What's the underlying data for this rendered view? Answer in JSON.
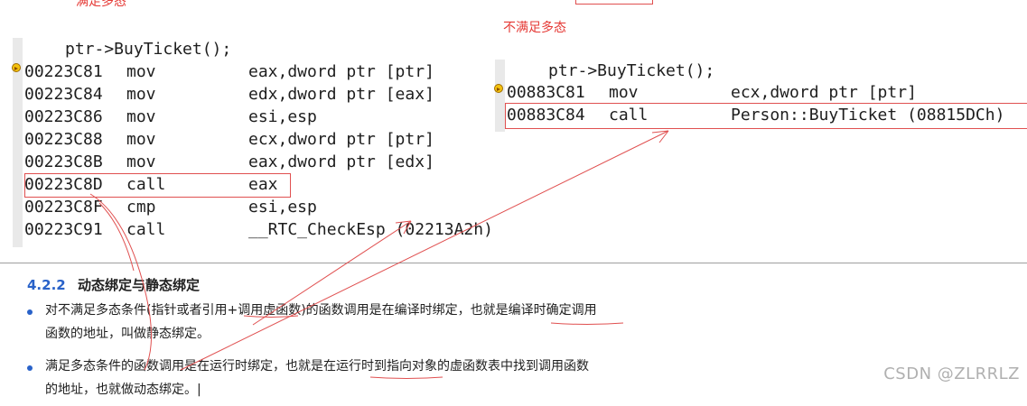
{
  "notes": {
    "satisfy_polymorphism": "满足多态",
    "not_satisfy_polymorphism": "不满足多态"
  },
  "left_panel": {
    "source_line": "ptr->BuyTicket();",
    "lines": [
      {
        "addr": "00223C81",
        "op": "mov",
        "args": "eax,dword ptr [ptr]"
      },
      {
        "addr": "00223C84",
        "op": "mov",
        "args": "edx,dword ptr [eax]"
      },
      {
        "addr": "00223C86",
        "op": "mov",
        "args": "esi,esp"
      },
      {
        "addr": "00223C88",
        "op": "mov",
        "args": "ecx,dword ptr [ptr]"
      },
      {
        "addr": "00223C8B",
        "op": "mov",
        "args": "eax,dword ptr [edx]"
      },
      {
        "addr": "00223C8D",
        "op": "call",
        "args": "eax"
      },
      {
        "addr": "00223C8F",
        "op": "cmp",
        "args": "esi,esp"
      },
      {
        "addr": "00223C91",
        "op": "call",
        "args": "__RTC_CheckEsp (02213A2h)"
      }
    ]
  },
  "right_panel": {
    "source_line": "ptr->BuyTicket();",
    "lines": [
      {
        "addr": "00883C81",
        "op": "mov",
        "args": "ecx,dword ptr [ptr]"
      },
      {
        "addr": "00883C84",
        "op": "call",
        "args": "Person::BuyTicket (08815DCh)"
      }
    ]
  },
  "doc": {
    "section_number": "4.2.2",
    "section_title": "动态绑定与静态绑定",
    "bullets": [
      {
        "line1": "对不满足多态条件(指针或者引用+调用虚函数)的函数调用是在编译时绑定，也就是编译时确定调用",
        "line2": "函数的地址，叫做静态绑定。"
      },
      {
        "line1": "满足多态条件的函数调用是在运行时绑定，也就是在运行时到指向对象的虚函数表中找到调用函数",
        "line2": "的地址，也就做动态绑定。|"
      }
    ]
  },
  "watermark": "CSDN @ZLRRLZ",
  "colors": {
    "accent_blue": "#2962c9",
    "annotation_red": "#e53935",
    "breakpoint": "#f4c20d"
  }
}
